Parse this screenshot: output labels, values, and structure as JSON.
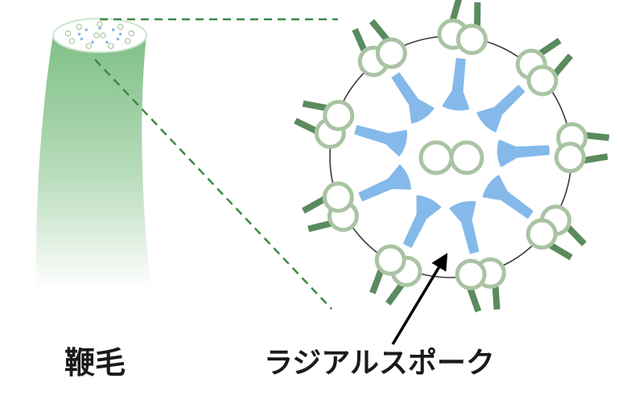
{
  "labels": {
    "flagellum": "鞭毛",
    "radial_spoke": "ラジアルスポーク"
  },
  "colors": {
    "flagellum_top": "#7fbf86",
    "flagellum_bottom": "#ffffff",
    "tubule_stroke": "#a9c4a3",
    "tubule_fill": "#ffffff",
    "dynein_arm": "#5a8b5e",
    "spoke": "#84b9ea",
    "membrane": "#3a3a3a",
    "zoom_line": "#3c8a43",
    "arrow": "#000000",
    "text": "#1a1a1a"
  },
  "structure": {
    "outer_doublets": 9,
    "central_pair": 2
  }
}
